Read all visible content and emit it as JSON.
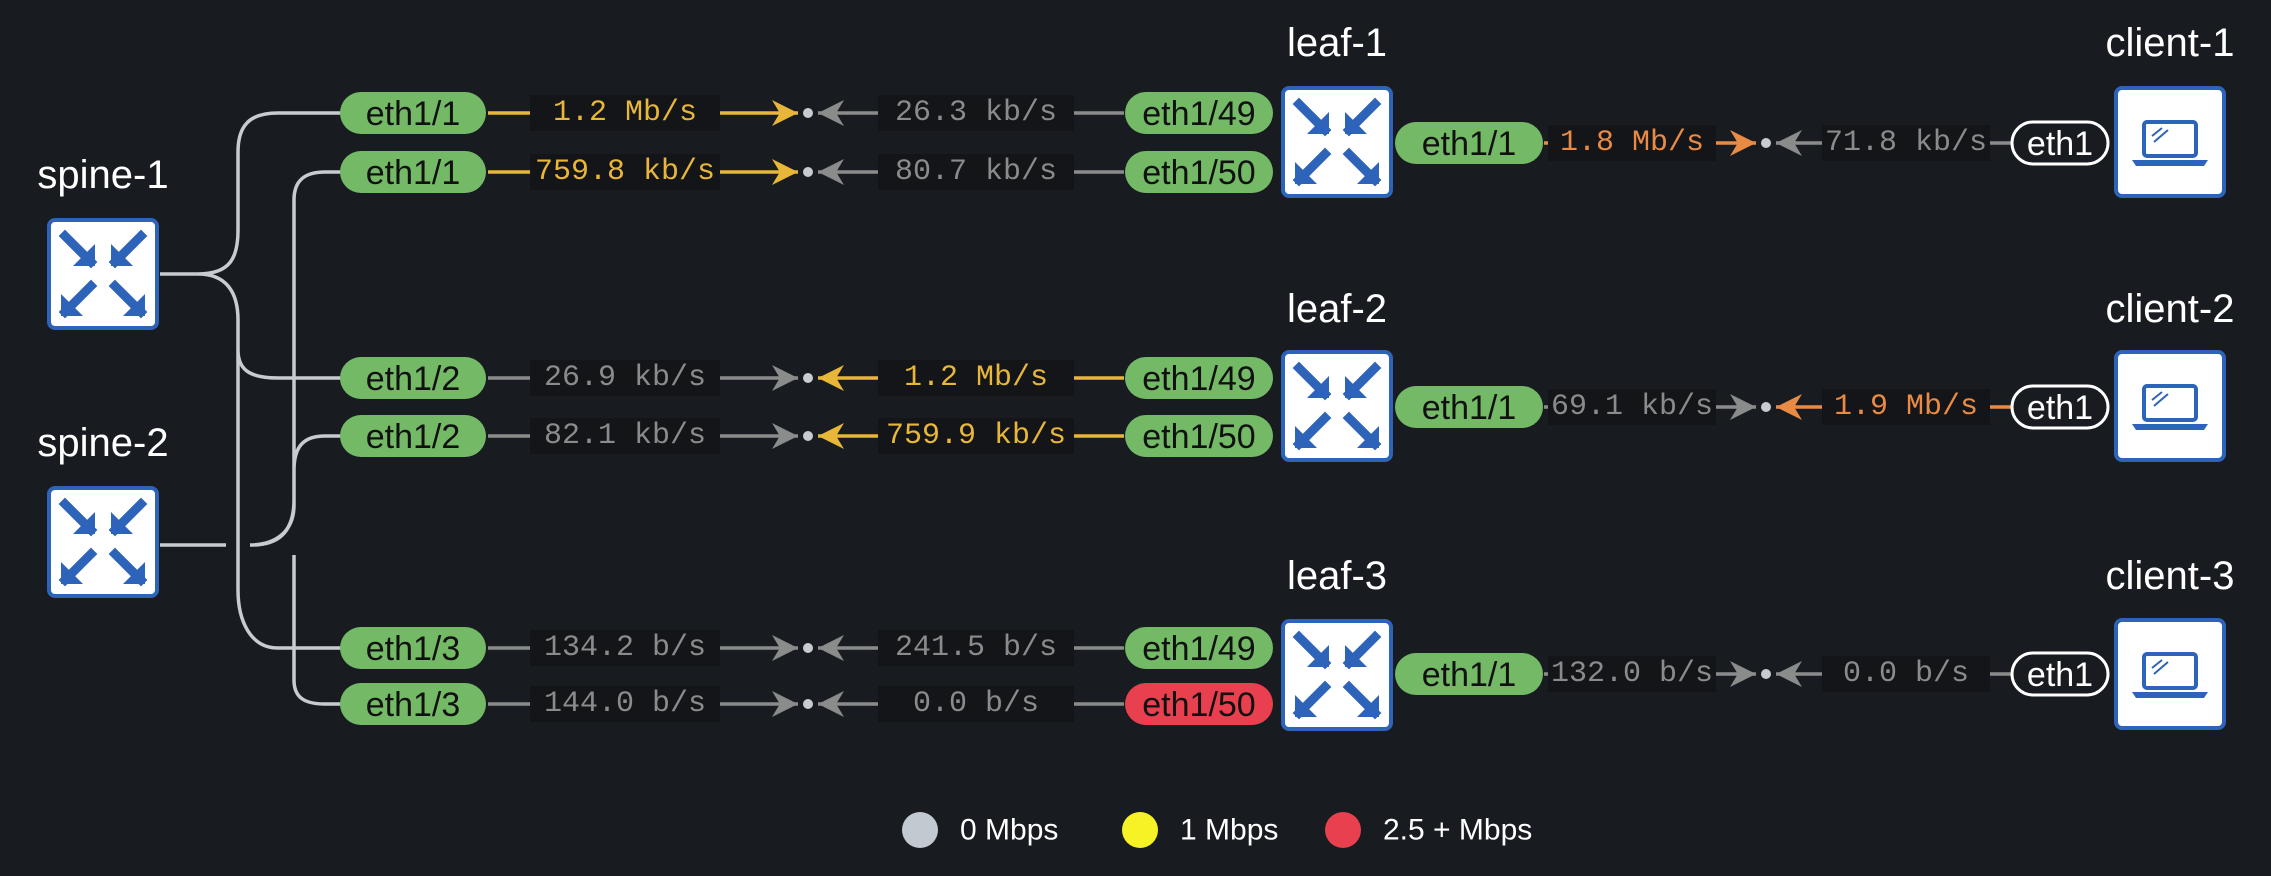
{
  "colors": {
    "background": "#181b20",
    "port_ok": "#74b966",
    "port_down": "#e9404f",
    "rate_idle": "#8a8c8c",
    "rate_mid": "#e8b73a",
    "rate_high": "#e98b45",
    "node_icon": "#2d63b8",
    "link": "#c7ccd3"
  },
  "nodes": {
    "spine_1": {
      "label": "spine-1",
      "icon": "switch-arrows-icon"
    },
    "spine_2": {
      "label": "spine-2",
      "icon": "switch-arrows-icon"
    },
    "leaf_1": {
      "label": "leaf-1",
      "icon": "switch-arrows-icon"
    },
    "leaf_2": {
      "label": "leaf-2",
      "icon": "switch-arrows-icon"
    },
    "leaf_3": {
      "label": "leaf-3",
      "icon": "switch-arrows-icon"
    },
    "client_1": {
      "label": "client-1",
      "icon": "laptop-icon"
    },
    "client_2": {
      "label": "client-2",
      "icon": "laptop-icon"
    },
    "client_3": {
      "label": "client-3",
      "icon": "laptop-icon"
    }
  },
  "fabric_links": [
    {
      "spine_port": "eth1/1",
      "rate_out": "1.2 Mb/s",
      "rate_out_level": "mid",
      "rate_in": "26.3 kb/s",
      "rate_in_level": "idle",
      "leaf_port": "eth1/49",
      "leaf_port_status": "up"
    },
    {
      "spine_port": "eth1/1",
      "rate_out": "759.8 kb/s",
      "rate_out_level": "mid",
      "rate_in": "80.7 kb/s",
      "rate_in_level": "idle",
      "leaf_port": "eth1/50",
      "leaf_port_status": "up"
    },
    {
      "spine_port": "eth1/2",
      "rate_out": "26.9 kb/s",
      "rate_out_level": "idle",
      "rate_in": "1.2 Mb/s",
      "rate_in_level": "mid",
      "leaf_port": "eth1/49",
      "leaf_port_status": "up"
    },
    {
      "spine_port": "eth1/2",
      "rate_out": "82.1 kb/s",
      "rate_out_level": "idle",
      "rate_in": "759.9 kb/s",
      "rate_in_level": "mid",
      "leaf_port": "eth1/50",
      "leaf_port_status": "up"
    },
    {
      "spine_port": "eth1/3",
      "rate_out": "134.2 b/s",
      "rate_out_level": "idle",
      "rate_in": "241.5 b/s",
      "rate_in_level": "idle",
      "leaf_port": "eth1/49",
      "leaf_port_status": "up"
    },
    {
      "spine_port": "eth1/3",
      "rate_out": "144.0 b/s",
      "rate_out_level": "idle",
      "rate_in": "0.0 b/s",
      "rate_in_level": "idle",
      "leaf_port": "eth1/50",
      "leaf_port_status": "down"
    }
  ],
  "access_links": [
    {
      "leaf_port": "eth1/1",
      "rate_out": "1.8 Mb/s",
      "rate_out_level": "high",
      "rate_in": "71.8 kb/s",
      "rate_in_level": "idle",
      "client_port": "eth1"
    },
    {
      "leaf_port": "eth1/1",
      "rate_out": "69.1 kb/s",
      "rate_out_level": "idle",
      "rate_in": "1.9 Mb/s",
      "rate_in_level": "high",
      "client_port": "eth1"
    },
    {
      "leaf_port": "eth1/1",
      "rate_out": "132.0 b/s",
      "rate_out_level": "idle",
      "rate_in": "0.0 b/s",
      "rate_in_level": "idle",
      "client_port": "eth1"
    }
  ],
  "legend": [
    {
      "label": "0 Mbps",
      "color": "#c3c9d1"
    },
    {
      "label": "1 Mbps",
      "color": "#f7f225"
    },
    {
      "label": "2.5 + Mbps",
      "color": "#e9404f"
    }
  ]
}
